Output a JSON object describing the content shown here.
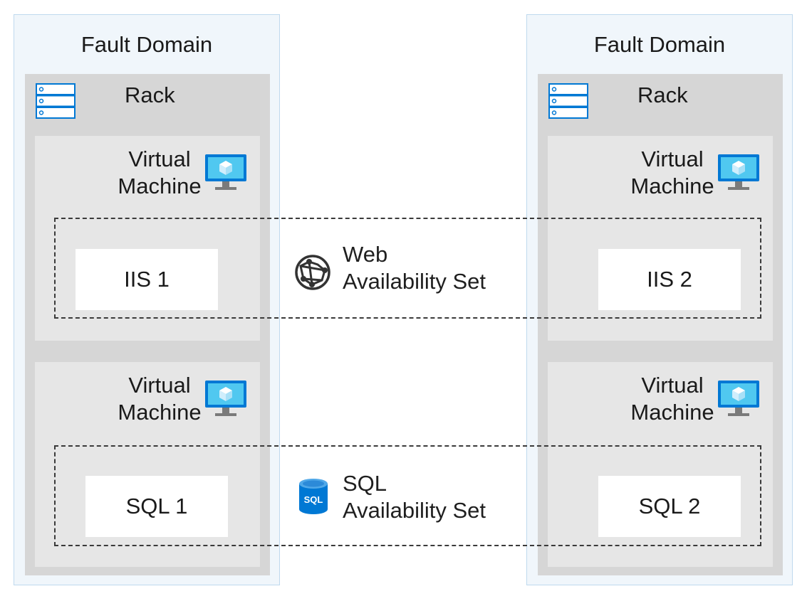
{
  "fault_domains": [
    {
      "title": "Fault Domain",
      "rack": {
        "label": "Rack",
        "vms": [
          {
            "label_line1": "Virtual",
            "label_line2": "Machine",
            "server": "IIS 1"
          },
          {
            "label_line1": "Virtual",
            "label_line2": "Machine",
            "server": "SQL 1"
          }
        ]
      }
    },
    {
      "title": "Fault Domain",
      "rack": {
        "label": "Rack",
        "vms": [
          {
            "label_line1": "Virtual",
            "label_line2": "Machine",
            "server": "IIS 2"
          },
          {
            "label_line1": "Virtual",
            "label_line2": "Machine",
            "server": "SQL 2"
          }
        ]
      }
    }
  ],
  "availability_sets": [
    {
      "line1": "Web",
      "line2": "Availability Set",
      "icon": "web-globe-icon"
    },
    {
      "line1": "SQL",
      "line2": "Availability Set",
      "icon": "sql-database-icon",
      "icon_text": "SQL"
    }
  ],
  "colors": {
    "fault_domain_bg": "#f0f6fb",
    "fault_domain_border": "#bfd9ee",
    "rack_bg": "#d6d6d6",
    "vm_bg": "#e6e6e6",
    "azure_blue": "#0078d4",
    "vm_icon_cyan": "#50c8f0"
  }
}
